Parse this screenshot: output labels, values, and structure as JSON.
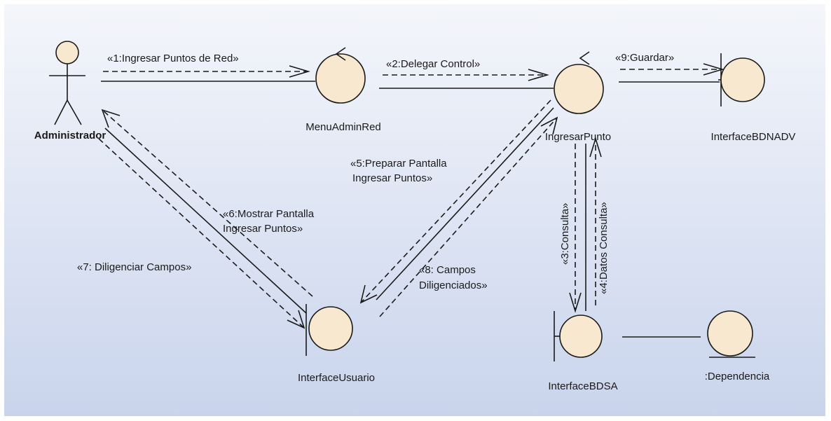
{
  "colors": {
    "background_top": "#f4f6fb",
    "background_bottom": "#c9d4ec",
    "element_fill": "#f7e8cf",
    "stroke": "#1a1a1a"
  },
  "actors": {
    "administrador": "Administrador"
  },
  "objects": {
    "menu_admin_red": "MenuAdminRed",
    "ingresar_punto": "IngresarPunto",
    "interface_bdnadv": "InterfaceBDNADV",
    "interface_usuario": "InterfaceUsuario",
    "interface_bdsa": "InterfaceBDSA",
    "dependencia": ":Dependencia"
  },
  "messages": {
    "m1": "«1:Ingresar Puntos de Red»",
    "m2": "«2:Delegar Control»",
    "m3": "«3:Consulta»",
    "m4": "«4:Datos Consulta»",
    "m5_line1": "«5:Preparar Pantalla",
    "m5_line2": "Ingresar Puntos»",
    "m6_line1": "«6:Mostrar Pantalla",
    "m6_line2": "Ingresar Puntos»",
    "m7": "«7: Diligenciar Campos»",
    "m8_line1": "«8: Campos",
    "m8_line2": "Diligenciados»",
    "m9": "«9:Guardar»"
  }
}
